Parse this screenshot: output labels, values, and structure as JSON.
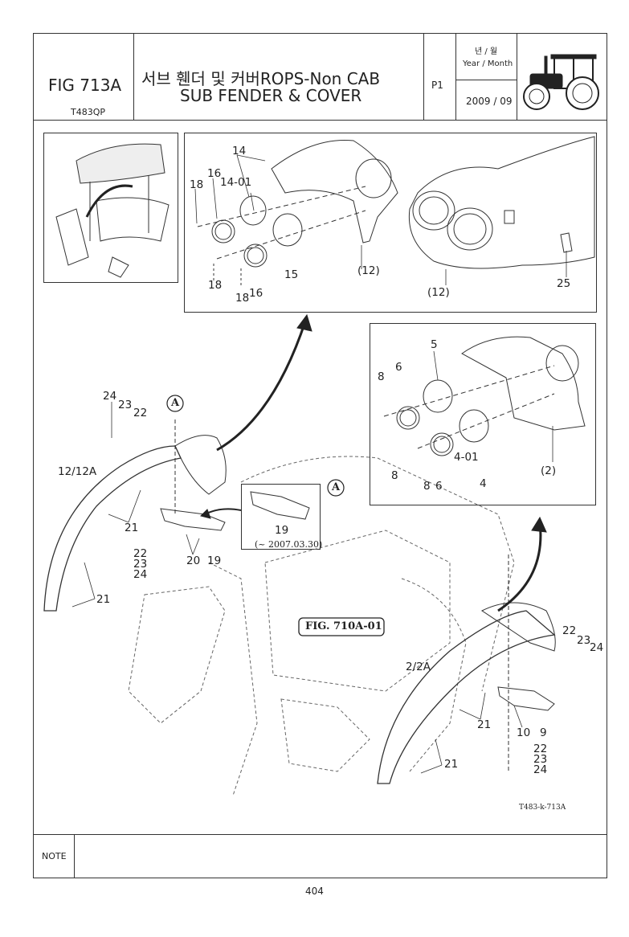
{
  "header": {
    "fig_number": "FIG 713A",
    "model": "T483QP",
    "title_kr": "서브 휀더 및 커버ROPS-Non CAB",
    "title_en": "SUB FENDER & COVER",
    "page": "P1",
    "date_label_kr": "년 / 월",
    "date_label_en": "Year / Month",
    "date_value": "2009 / 09"
  },
  "callouts": {
    "l14": "14",
    "l14_01": "14-01",
    "l16a": "16",
    "l18a": "18",
    "l18b": "18",
    "l18c": "18",
    "l16b": "16",
    "l15": "15",
    "l12a": "(12)",
    "l12b": "(12)",
    "l25": "25",
    "l5": "5",
    "l6a": "6",
    "l8a": "8",
    "l8b": "8",
    "l4_01": "4-01",
    "l8c": "8",
    "l6b": "6",
    "l4": "4",
    "l2": "(2)",
    "l24a": "24",
    "l23a": "23",
    "l22a": "22",
    "l12_12a": "12/12A",
    "l21a": "21",
    "l21b": "21",
    "l22b": "22",
    "l23b": "23",
    "l24b": "24",
    "l20": "20",
    "l19a": "19",
    "l19b": "19",
    "date_note": "(~ 2007.03.30)",
    "markerA1": "A",
    "markerA2": "A",
    "fig_ref": "FIG. 710A-01",
    "l22c": "22",
    "l23c": "23",
    "l24c": "24",
    "l2_2a": "2/2A",
    "l21c": "21",
    "l10": "10",
    "l9": "9",
    "l22d": "22",
    "l23d": "23",
    "l24d": "24",
    "l21d": "21",
    "drawing_code": "T483-k-713A"
  },
  "note": {
    "label": "NOTE",
    "text": ""
  },
  "page_number": "404"
}
